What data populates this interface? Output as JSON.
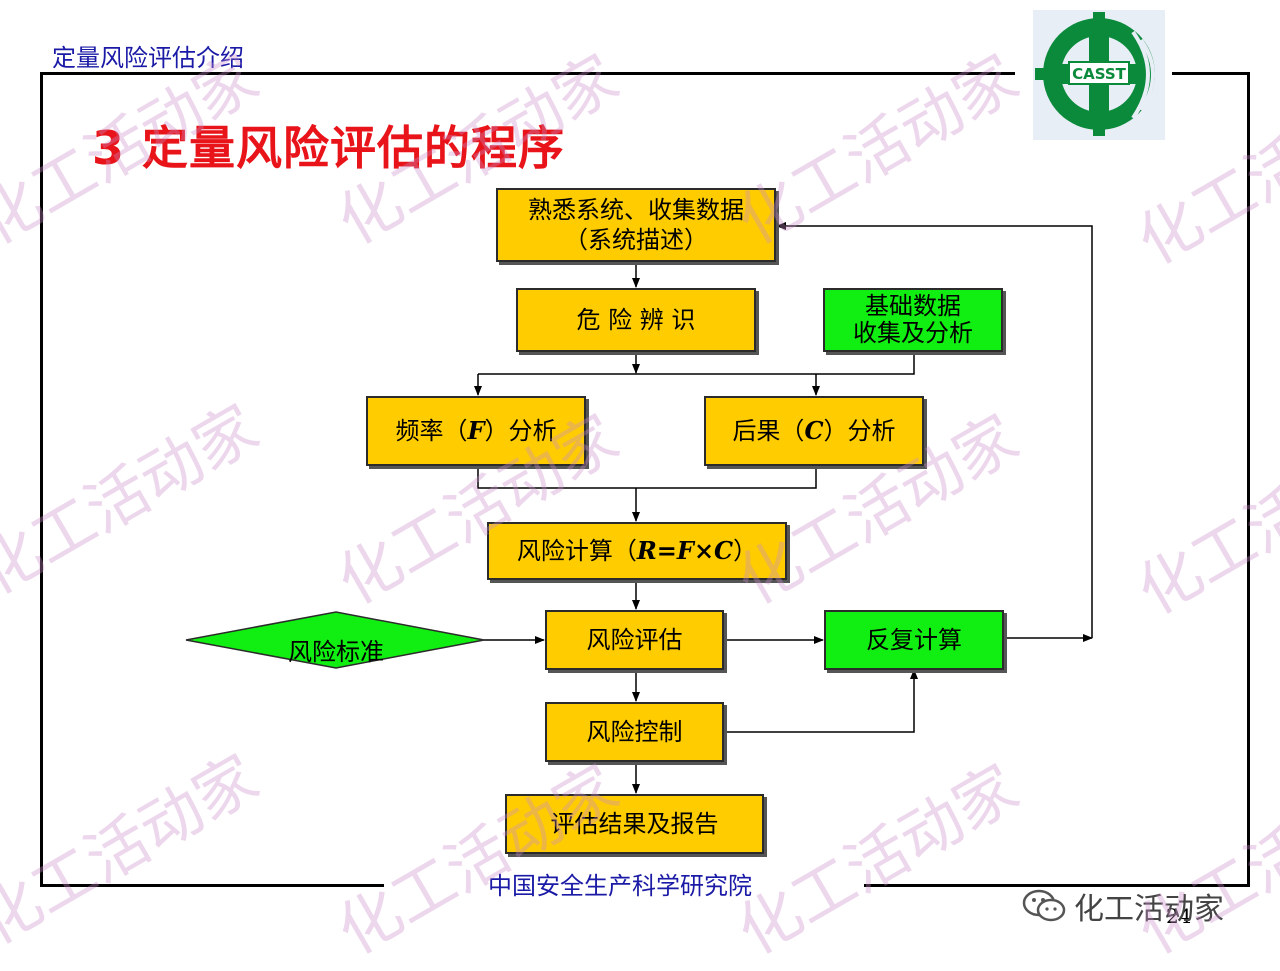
{
  "header": {
    "section_title": "定量风险评估介绍"
  },
  "slide": {
    "title": "3  定量风险评估的程序",
    "page_number": "24"
  },
  "logo": {
    "text": "CASST"
  },
  "flow": {
    "familiarize": [
      "熟悉系统、收集数据",
      "（系统描述）"
    ],
    "hazard_id": "危 险 辨 识",
    "base_data": [
      "基础数据",
      "收集及分析"
    ],
    "frequency": {
      "pre": "频率（",
      "var": "F",
      "post": "）分析"
    },
    "consequence": {
      "pre": "后果（",
      "var": "C",
      "post": "）分析"
    },
    "risk_calc": {
      "pre": "风险计算（",
      "formula": "R=F×C",
      "post": "）"
    },
    "risk_criteria": "风险标准",
    "risk_assess": "风险评估",
    "recalc": "反复计算",
    "risk_control": "风险控制",
    "report": "评估结果及报告"
  },
  "footer": {
    "organization": "中国安全生产科学研究院"
  },
  "watermark": {
    "brand": "化工活动家",
    "text": "化工活动家"
  },
  "colors": {
    "process_box": "#ffcc00",
    "data_box": "#11ee11",
    "title": "#e8141a",
    "header": "#1a1aa6"
  }
}
